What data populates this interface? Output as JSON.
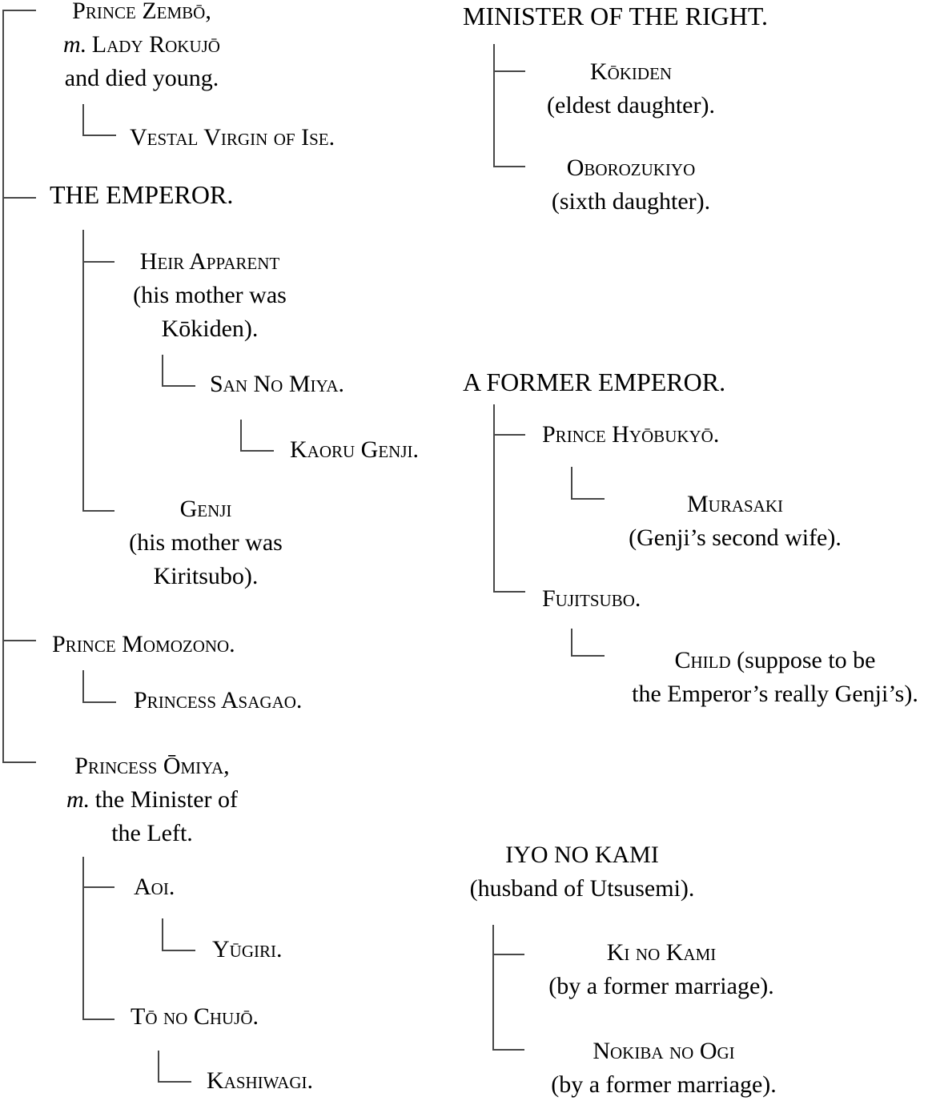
{
  "page": {
    "background": "#ffffff",
    "text_color": "#000000",
    "connector_color": "#474747"
  },
  "left_tree": {
    "zembo": {
      "name": "Prince Zembō,",
      "m": "m.",
      "spouse": "Lady Rokujō",
      "note": "and died young."
    },
    "vestal": {
      "name": "Vestal Virgin of Ise."
    },
    "emperor": {
      "name": "THE EMPEROR."
    },
    "heir": {
      "name": "Heir Apparent",
      "note1": "(his mother was",
      "note2": "Kōkiden)."
    },
    "san_no_miya": {
      "name": "San No Miya."
    },
    "kaoru_genji": {
      "name": "Kaoru Genji."
    },
    "genji": {
      "name": "Genji",
      "note1": "(his mother was",
      "note2": "Kiritsubo)."
    },
    "momozono": {
      "name": "Prince Momozono."
    },
    "asagao": {
      "name": "Princess Asagao."
    },
    "omiya": {
      "name": "Princess Ōmiya,",
      "m": "m.",
      "note1": "the Minister of",
      "note2": "the Left."
    },
    "aoi": {
      "name": "Aoi."
    },
    "yugiri": {
      "name": "Yūgiri."
    },
    "to_no_chujo": {
      "name": "Tō no Chujō."
    },
    "kashiwagi": {
      "name": "Kashiwagi."
    }
  },
  "right_tree": {
    "minister_right": {
      "name": "MINISTER OF THE RIGHT."
    },
    "kokiden": {
      "name": "Kōkiden",
      "note": "(eldest daughter)."
    },
    "oborozukiyo": {
      "name": "Oborozukiyo",
      "note": "(sixth daughter)."
    },
    "former_emperor": {
      "name": "A FORMER EMPEROR."
    },
    "hyobukyo": {
      "name": "Prince Hyōbukyō."
    },
    "murasaki": {
      "name": "Murasaki",
      "note": "(Genji’s second wife)."
    },
    "fujitsubo": {
      "name": "Fujitsubo."
    },
    "child": {
      "name": "Child",
      "note1": "(suppose to be",
      "note2": "the Emperor’s really Genji’s)."
    },
    "iyo_no_kami": {
      "name": "IYO NO KAMI",
      "note": "(husband of Utsusemi)."
    },
    "ki_no_kami": {
      "name": "Ki no Kami",
      "note": "(by a former marriage)."
    },
    "nokiba_no_ogi": {
      "name": "Nokiba no Ogi",
      "note": "(by a former marriage)."
    }
  }
}
